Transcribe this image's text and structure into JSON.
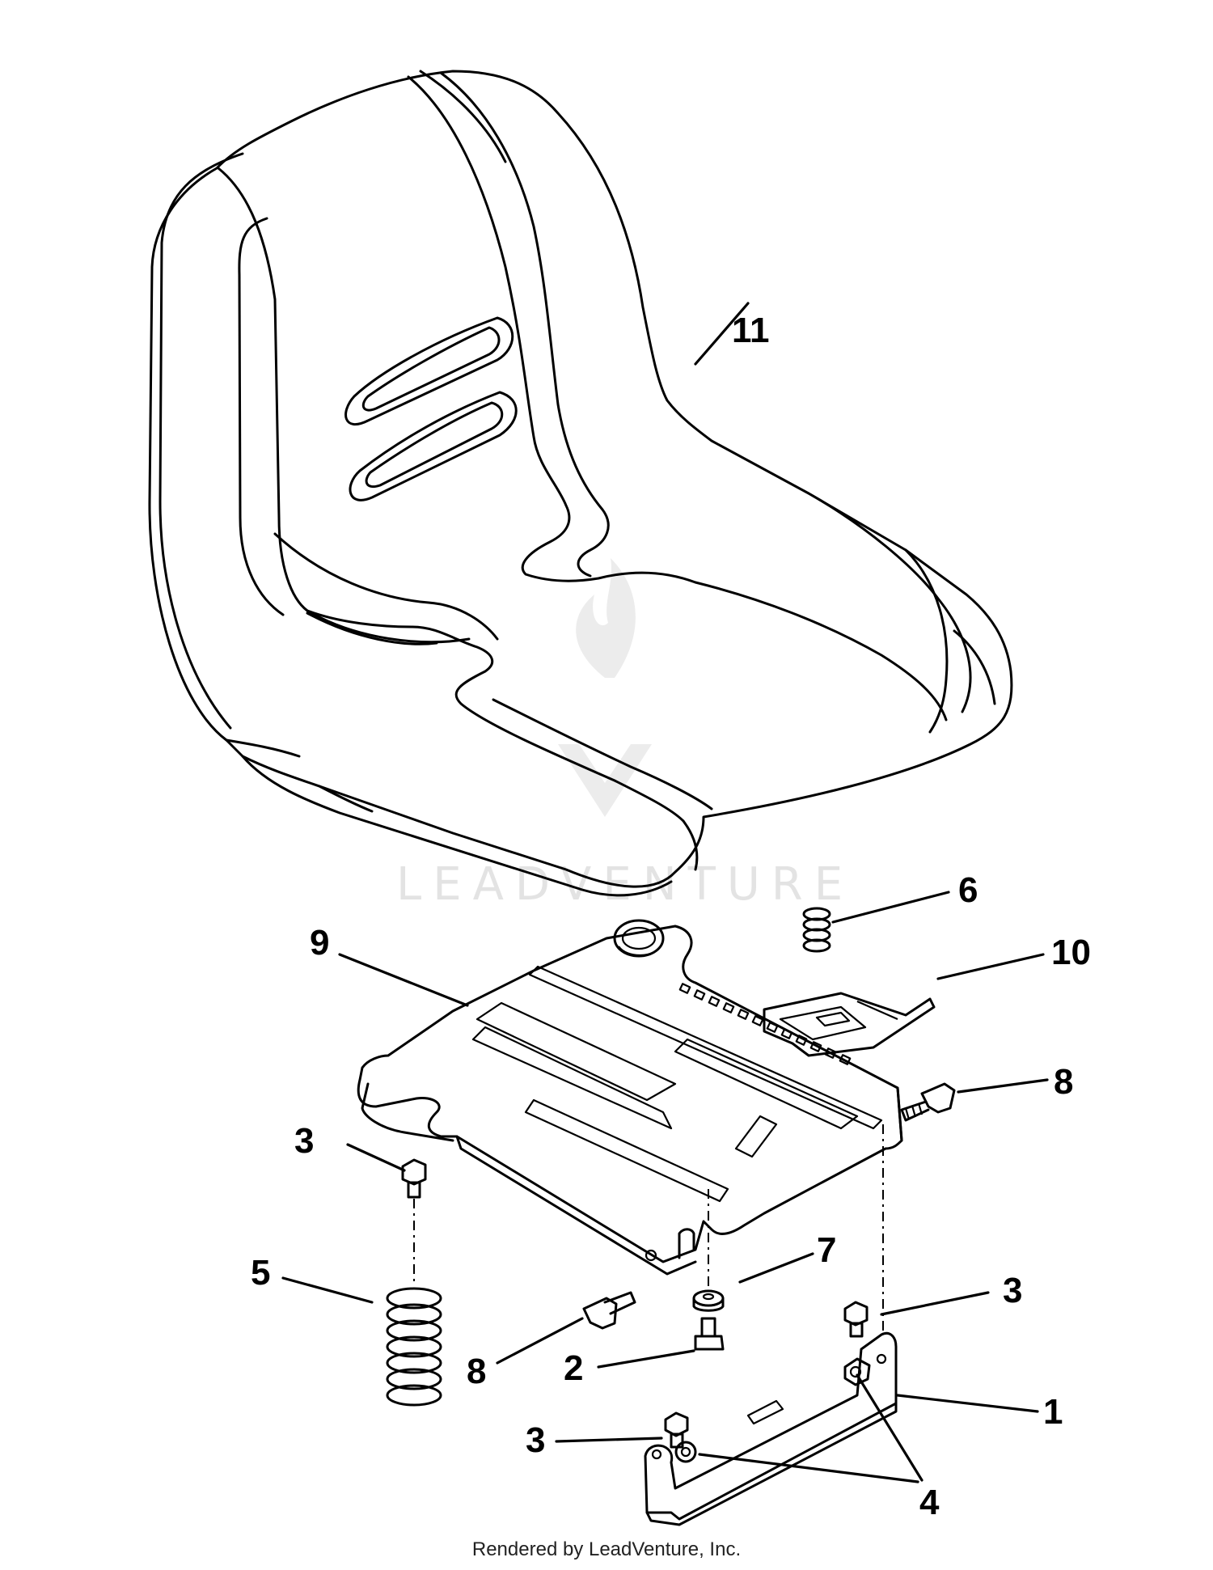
{
  "diagram": {
    "watermark": "LEADVENTURE",
    "callouts": [
      {
        "id": "c11",
        "label": "11"
      },
      {
        "id": "c6",
        "label": "6"
      },
      {
        "id": "c9",
        "label": "9"
      },
      {
        "id": "c10",
        "label": "10"
      },
      {
        "id": "c8a",
        "label": "8"
      },
      {
        "id": "c3a",
        "label": "3"
      },
      {
        "id": "c7",
        "label": "7"
      },
      {
        "id": "c5",
        "label": "5"
      },
      {
        "id": "c3b",
        "label": "3"
      },
      {
        "id": "c8b",
        "label": "8"
      },
      {
        "id": "c2",
        "label": "2"
      },
      {
        "id": "c1",
        "label": "1"
      },
      {
        "id": "c3c",
        "label": "3"
      },
      {
        "id": "c4",
        "label": "4"
      }
    ]
  },
  "footer": {
    "text": "Rendered by LeadVenture, Inc."
  }
}
